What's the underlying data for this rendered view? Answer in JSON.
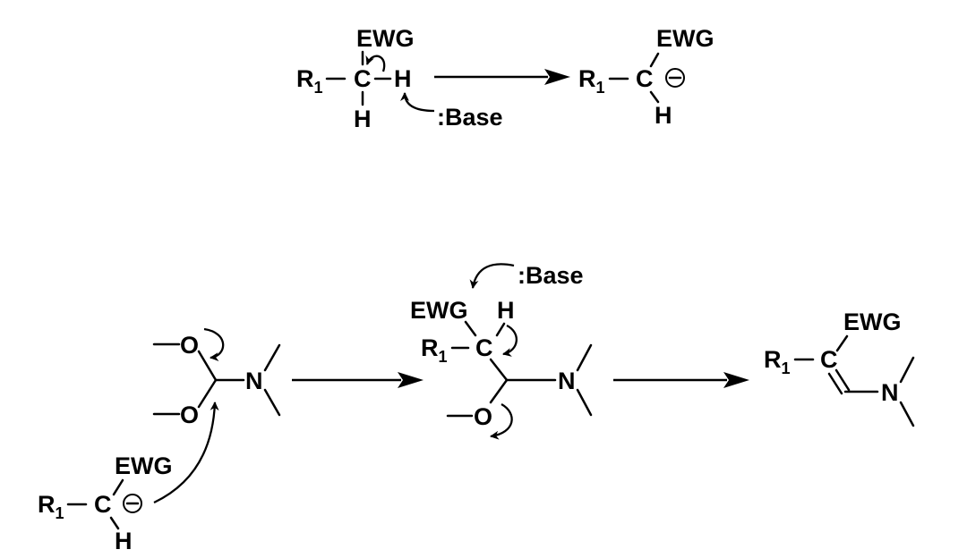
{
  "atoms": {
    "ewg": "EWG",
    "r": "R",
    "r_sub": "1",
    "c": "C",
    "h": "H",
    "o": "O",
    "n": "N",
    "base": ":Base",
    "charge": "−"
  },
  "colors": {
    "ink": "#000000",
    "background": "#ffffff"
  }
}
